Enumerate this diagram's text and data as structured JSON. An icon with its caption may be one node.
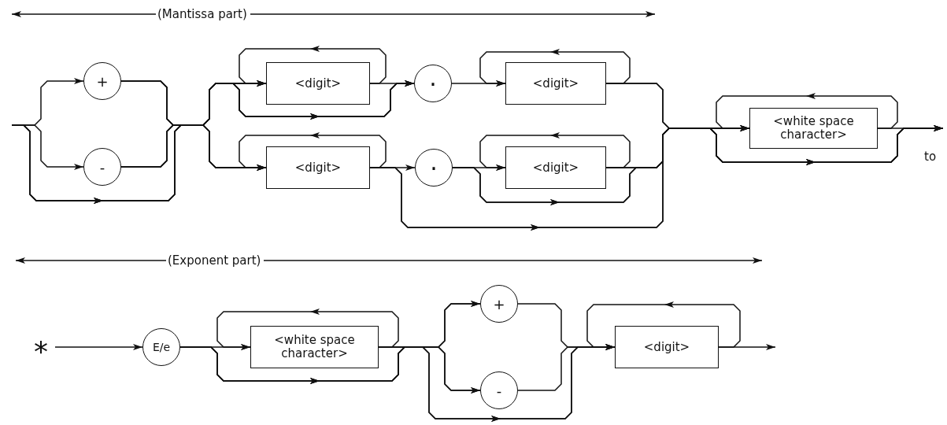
{
  "diagram": {
    "nodes": [
      {
        "text": [
          "+"
        ]
      },
      {
        "text": [
          "-"
        ]
      },
      {
        "text": [
          "<digit>"
        ]
      },
      {
        "text": [
          "."
        ]
      },
      {
        "text": [
          "<digit>"
        ]
      },
      {
        "text": [
          "<digit>"
        ]
      },
      {
        "text": [
          "."
        ]
      },
      {
        "text": [
          "<digit>"
        ]
      },
      {
        "text": [
          "<white space character>"
        ]
      },
      {
        "text": [
          "*"
        ]
      },
      {
        "text": [
          "E/e"
        ]
      },
      {
        "text": [
          "<white space character>"
        ]
      },
      {
        "text": [
          "+"
        ]
      },
      {
        "text": [
          "-"
        ]
      },
      {
        "text": [
          "<digit>"
        ]
      }
    ],
    "edges": [
      {
        "from": null,
        "to": 0,
        "arrow": "to"
      },
      {
        "from": null,
        "to": 1,
        "arrow": "to"
      },
      {
        "from": 0,
        "to": 2,
        "arrow": "to"
      },
      {
        "from": 0,
        "to": 5,
        "arrow": "to"
      },
      {
        "from": 1,
        "to": 2,
        "arrow": "to"
      },
      {
        "from": 1,
        "to": 5,
        "arrow": "to"
      },
      {
        "from": null,
        "to": 2,
        "arrow": "to"
      },
      {
        "from": null,
        "to": 5,
        "arrow": "to"
      },
      {
        "from": 2,
        "to": 2,
        "arrow": "to"
      },
      {
        "from": 2,
        "to": 3,
        "arrow": "to"
      },
      {
        "from": 0,
        "to": 3,
        "arrow": "to"
      },
      {
        "from": 1,
        "to": 3,
        "arrow": "to"
      },
      {
        "from": null,
        "to": 3,
        "arrow": "to"
      },
      {
        "from": 3,
        "to": 4,
        "arrow": "to"
      },
      {
        "from": 4,
        "to": 4,
        "arrow": "to"
      },
      {
        "from": 4,
        "to": 8,
        "arrow": "to"
      },
      {
        "from": 5,
        "to": 5,
        "arrow": "to"
      },
      {
        "from": 5,
        "to": 6,
        "arrow": "to"
      },
      {
        "from": 5,
        "to": 8,
        "arrow": "to"
      },
      {
        "from": 6,
        "to": 7,
        "arrow": "to"
      },
      {
        "from": 7,
        "to": 7,
        "arrow": "to"
      },
      {
        "from": 6,
        "to": 8,
        "arrow": "to"
      },
      {
        "from": 7,
        "to": 8,
        "arrow": "to"
      },
      {
        "from": 8,
        "to": 8,
        "arrow": "to"
      },
      {
        "from": 8,
        "to": null,
        "arrow": "to"
      },
      {
        "from": 4,
        "to": null,
        "arrow": "to"
      },
      {
        "from": 5,
        "to": null,
        "arrow": "to"
      },
      {
        "from": 6,
        "to": null,
        "arrow": "to"
      },
      {
        "from": 7,
        "to": null,
        "arrow": "to"
      },
      {
        "from": 9,
        "to": 10,
        "arrow": "to"
      },
      {
        "from": 10,
        "to": 11,
        "arrow": "to"
      },
      {
        "from": 11,
        "to": 11,
        "arrow": "to"
      },
      {
        "from": 10,
        "to": 12,
        "arrow": "to"
      },
      {
        "from": 10,
        "to": 13,
        "arrow": "to"
      },
      {
        "from": 10,
        "to": 14,
        "arrow": "to"
      },
      {
        "from": 11,
        "to": 12,
        "arrow": "to"
      },
      {
        "from": 11,
        "to": 13,
        "arrow": "to"
      },
      {
        "from": 11,
        "to": 14,
        "arrow": "to"
      },
      {
        "from": 12,
        "to": 14,
        "arrow": "to"
      },
      {
        "from": 13,
        "to": 14,
        "arrow": "to"
      },
      {
        "from": 14,
        "to": 14,
        "arrow": "to"
      },
      {
        "from": 14,
        "to": null,
        "arrow": "to"
      }
    ],
    "labels": [
      "(Mantissa part)",
      "to",
      "(Exponent part)"
    ]
  }
}
